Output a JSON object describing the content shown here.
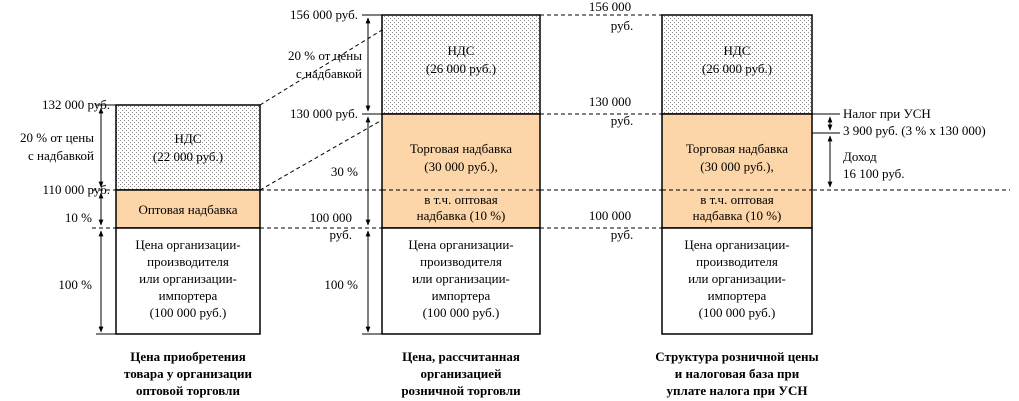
{
  "colors": {
    "markup_fill": "#fcd5a8",
    "vat_fill": "#eeeeee",
    "line": "#000000"
  },
  "col1": {
    "lbl_top": "132 000 руб.",
    "lbl_mid": "110 000 руб.",
    "pct_vat_1": "20 % от цены",
    "pct_vat_2": "с надбавкой",
    "pct_markup": "10 %",
    "pct_base": "100 %",
    "vat_1": "НДС",
    "vat_2": "(22 000 руб.)",
    "markup": "Оптовая надбавка",
    "base": [
      "Цена организации-",
      "производителя",
      "или организации-",
      "импортера",
      "(100 000 руб.)"
    ],
    "caption": [
      "Цена приобретения",
      "товара у организации",
      "оптовой торговли"
    ]
  },
  "col2": {
    "lbl_top": "156 000 руб.",
    "lbl_mid": "130 000 руб.",
    "lbl_low_1": "100 000",
    "lbl_low_2": "руб.",
    "pct_vat_1": "20 % от цены",
    "pct_vat_2": "с надбавкой",
    "pct_markup": "30 %",
    "pct_base": "100 %",
    "vat_1": "НДС",
    "vat_2": "(26 000 руб.)",
    "markup": [
      "Торговая надбавка",
      "(30 000 руб.),",
      "в т.ч. оптовая",
      "надбавка (10 %)"
    ],
    "base": [
      "Цена организации-",
      "производителя",
      "или организации-",
      "импортера",
      "(100 000 руб.)"
    ],
    "caption": [
      "Цена, рассчитанная",
      "организацией",
      "розничной торговли"
    ]
  },
  "col3": {
    "lbl_top_1": "156 000",
    "lbl_top_2": "руб.",
    "lbl_mid_1": "130 000",
    "lbl_mid_2": "руб.",
    "lbl_low_1": "100 000",
    "lbl_low_2": "руб.",
    "vat_1": "НДС",
    "vat_2": "(26 000 руб.)",
    "markup": [
      "Торговая надбавка",
      "(30 000 руб.),",
      "в т.ч. оптовая",
      "надбавка (10 %)"
    ],
    "base": [
      "Цена организации-",
      "производителя",
      "или организации-",
      "импортера",
      "(100 000 руб.)"
    ],
    "tax_1": "Налог при УСН",
    "tax_2": "3 900 руб. (3 % х 130 000)",
    "income_1": "Доход",
    "income_2": "16 100 руб.",
    "caption": [
      "Структура розничной цены",
      "и налоговая база при",
      "уплате налога при УСН"
    ]
  }
}
